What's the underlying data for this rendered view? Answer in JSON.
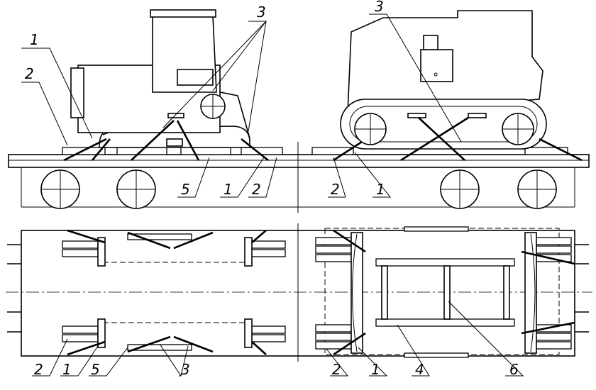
{
  "diagram": {
    "side_view": {
      "callouts": [
        "1",
        "2",
        "3",
        "3",
        "5",
        "1",
        "2",
        "2",
        "1"
      ]
    },
    "plan_view": {
      "callouts": [
        "2",
        "1",
        "5",
        "3",
        "2",
        "1",
        "4",
        "6"
      ]
    }
  }
}
